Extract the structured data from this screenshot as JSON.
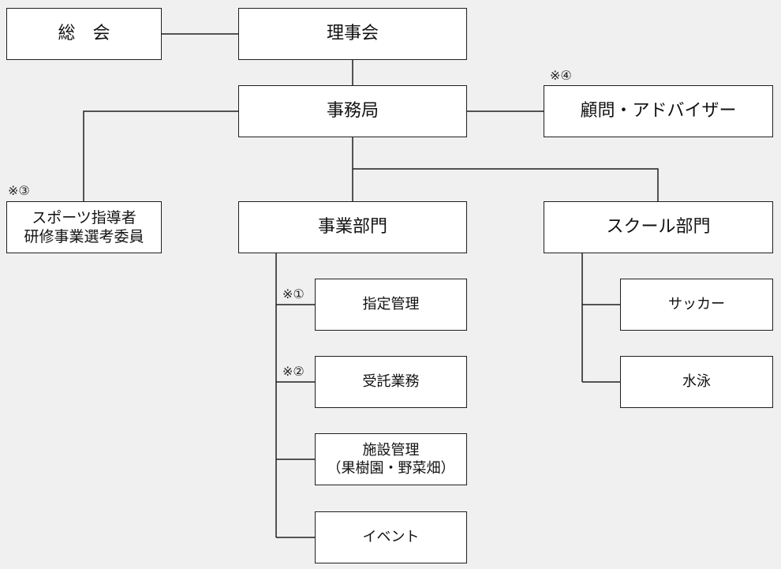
{
  "orgchart": {
    "general_assembly": "総　会",
    "board": "理事会",
    "secretariat": "事務局",
    "advisors": "顧問・アドバイザー",
    "sports_committee": {
      "line1": "スポーツ指導者",
      "line2": "研修事業選考委員"
    },
    "business_division": "事業部門",
    "school_division": "スクール部門",
    "designated_management": "指定管理",
    "contract_work": "受託業務",
    "facility_management": {
      "line1": "施設管理",
      "line2": "（果樹園・野菜畑）"
    },
    "events": "イベント",
    "soccer": "サッカー",
    "swimming": "水泳"
  },
  "notes": {
    "note1": "※①",
    "note2": "※②",
    "note3": "※③",
    "note4": "※④"
  }
}
